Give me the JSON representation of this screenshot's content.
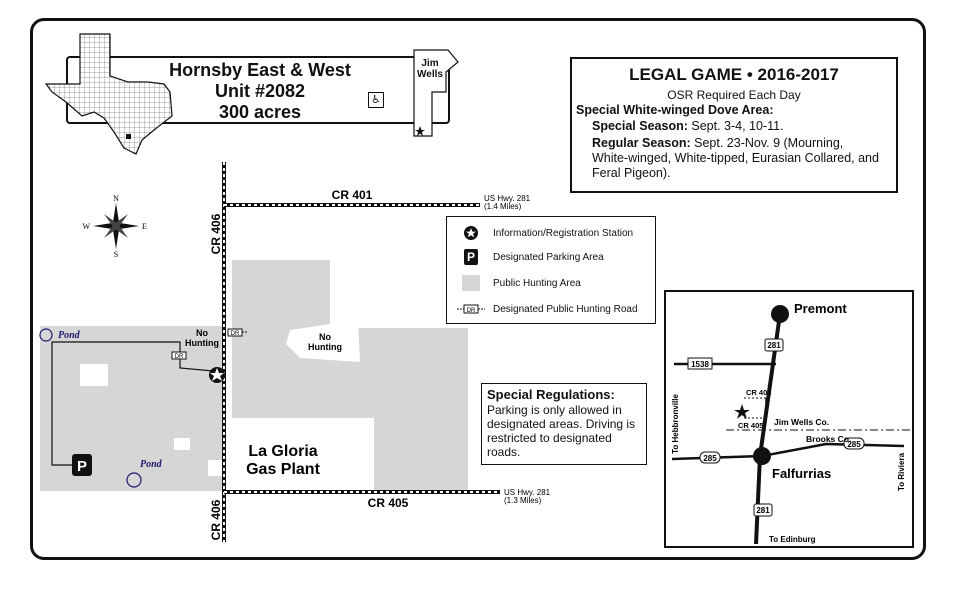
{
  "title": {
    "name": "Hornsby East & West",
    "unit": "Unit #2082",
    "acres": "300 acres",
    "county_label": "Jim Wells"
  },
  "legal_game": {
    "heading": "LEGAL GAME • 2016-2017",
    "osr": "OSR Required Each Day",
    "special_area": "Special White-winged Dove Area:",
    "special_season_label": "Special Season:",
    "special_season_value": "Sept. 3-4, 10-11.",
    "regular_season_label": "Regular Season:",
    "regular_season_value_1": "Sept. 23-Nov. 9 (Mourning,",
    "regular_season_value_2": "White-winged, White-tipped, Eurasian Collared, and",
    "regular_season_value_3": "Feral Pigeon)."
  },
  "legend": {
    "info_station": "Information/Registration Station",
    "parking": "Designated Parking Area",
    "public_hunting": "Public Hunting Area",
    "hunting_road": "Designated Public Hunting Road",
    "parking_glyph": "P",
    "road_glyph": "DR"
  },
  "map": {
    "cr401": "CR 401",
    "cr405": "CR 405",
    "cr406_top": "CR 406",
    "cr406_bottom": "CR 406",
    "hwy281_north": "US Hwy. 281",
    "hwy281_north_dist": "(1.4 Miles)",
    "hwy281_south": "US Hwy. 281",
    "hwy281_south_dist": "(1.3 Miles)",
    "no_hunting_left_1": "No",
    "no_hunting_left_2": "Hunting",
    "no_hunting_center_1": "No",
    "no_hunting_center_2": "Hunting",
    "pond_1": "Pond",
    "pond_2": "Pond",
    "gas_plant_1": "La Gloria",
    "gas_plant_2": "Gas Plant",
    "parking_glyph": "P",
    "compass_n": "N",
    "compass_s": "S",
    "compass_e": "E",
    "compass_w": "W"
  },
  "special_regs": {
    "heading": "Special Regulations:",
    "line1": "Parking is only allowed in",
    "line2": "designated areas.  Driving is",
    "line3": "restricted to designated",
    "line4": "roads."
  },
  "inset": {
    "premont": "Premont",
    "falfurrias": "Falfurrias",
    "jim_wells_co": "Jim Wells Co.",
    "brooks_co": "Brooks Co.",
    "cr401": "CR 401",
    "cr405": "CR 405",
    "hwy_1538": "1538",
    "hwy_281_a": "281",
    "hwy_281_b": "281",
    "hwy_285_a": "285",
    "hwy_285_b": "285",
    "to_hebbronville": "To Hebbronville",
    "to_riviera": "To Riviera",
    "to_edinburg": "To Edinburg"
  },
  "colors": {
    "hunting_area": "#d6d6d6",
    "ink": "#111111",
    "pond_label": "#1a1a6e"
  }
}
